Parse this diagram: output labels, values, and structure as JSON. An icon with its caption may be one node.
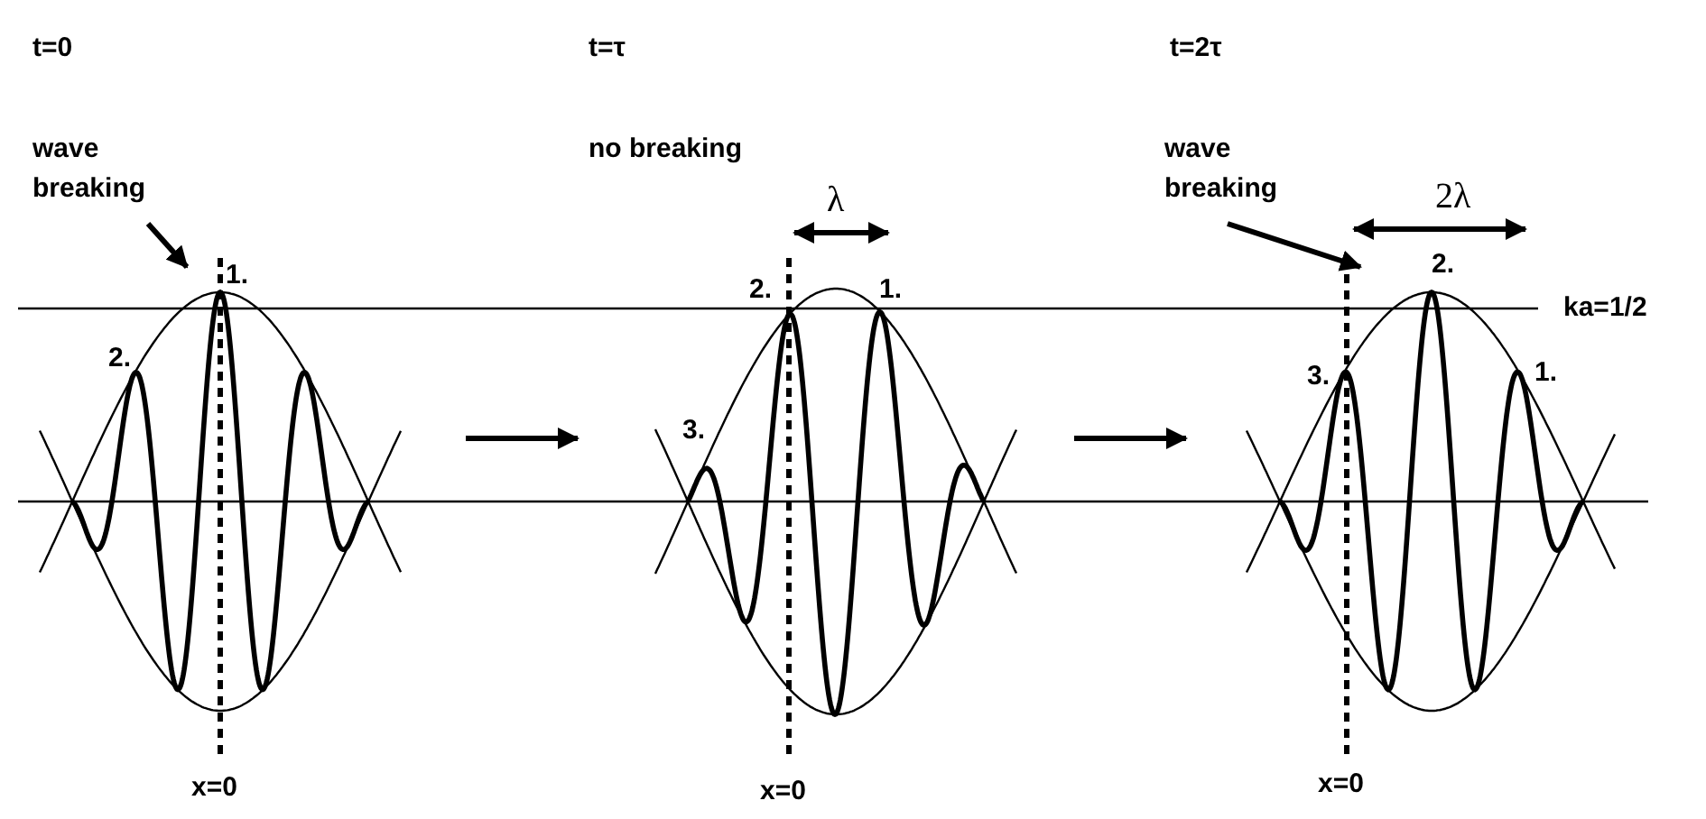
{
  "diagram": {
    "nodes": [
      {
        "text": [],
        "shape": "picture"
      },
      {
        "text": [],
        "shape": "picture"
      },
      {
        "text": [],
        "shape": "picture"
      },
      {
        "text": [
          "wave breaking"
        ]
      },
      {
        "text": [
          "wave breaking"
        ]
      }
    ],
    "edges": [
      {
        "from": 0,
        "to": 1,
        "arrow": "to"
      },
      {
        "from": 1,
        "to": 2,
        "arrow": "to"
      },
      {
        "from": 3,
        "to": 0,
        "arrow": "to"
      },
      {
        "from": 4,
        "to": 2,
        "arrow": "to"
      }
    ],
    "labels": [
      "t=0",
      "t=τ",
      "t=2τ",
      "no breaking",
      "λ",
      "2λ",
      "1.",
      "2.",
      "2.",
      "1.",
      "ka=1/2",
      "2.",
      "3.",
      "3.",
      "1.",
      "x=0",
      "x=0",
      "x=0"
    ]
  }
}
